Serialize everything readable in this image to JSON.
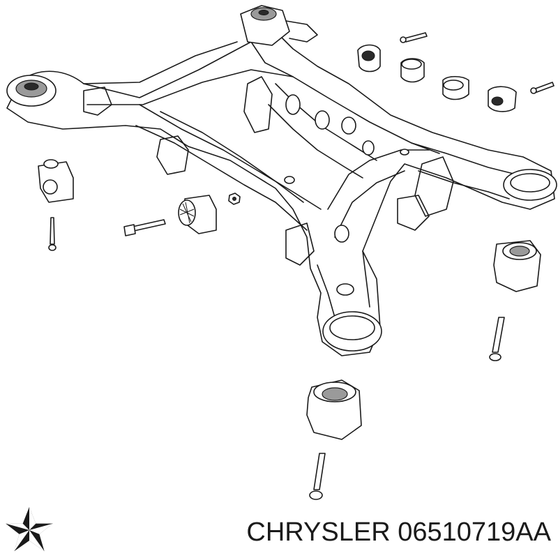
{
  "caption": {
    "brand": "CHRYSLER",
    "part_number": "06510719AA",
    "logo_icon": "pentastar-logo-icon"
  },
  "diagram": {
    "subject": "rear-subframe-crossmember-icon",
    "parts": [
      "crossmember-frame",
      "subframe-bushing",
      "mounting-bolt",
      "hex-nut",
      "small-bushing-insert"
    ]
  },
  "colors": {
    "line": "#1a1a1a",
    "fill": "#ffffff",
    "shade": "#9a9a9a"
  }
}
